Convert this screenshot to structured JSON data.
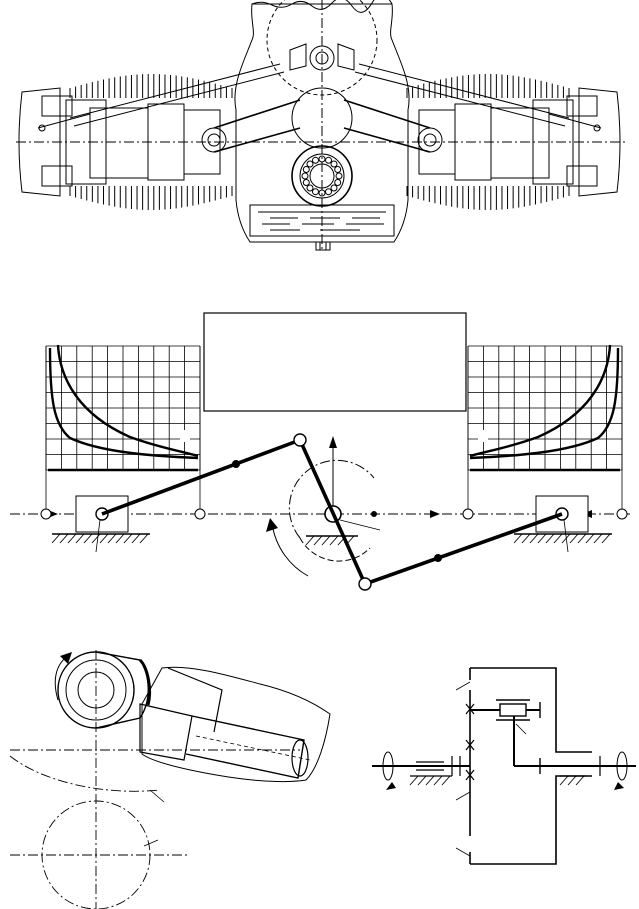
{
  "figure": {
    "top_panel": "engine-cross-section",
    "middle_panel": "crank-slider-mechanism",
    "bottom_left_panel": "piston-and-cam-detail",
    "bottom_right_panel": "gear-train-schematic"
  },
  "colors": {
    "ink": "#000000",
    "paper": "#ffffff",
    "grid": "#222222"
  },
  "pv_diagrams": {
    "left": {
      "type": "line",
      "grid_rows": 8,
      "grid_cols": 10
    },
    "right": {
      "type": "line",
      "grid_rows": 8,
      "grid_cols": 10
    }
  }
}
